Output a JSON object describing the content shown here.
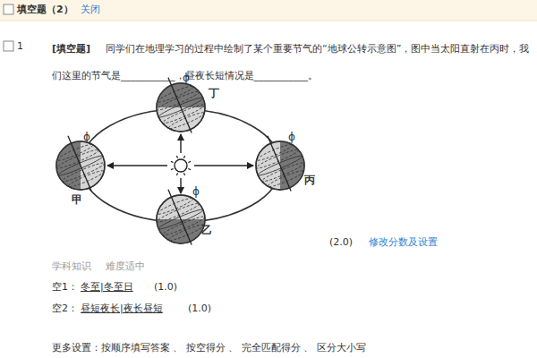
{
  "diagram": {
    "nodes": [
      {
        "text": [
          "填空题（2）",
          "关闭"
        ]
      },
      {
        "text": [
          "ϕ",
          "丁"
        ]
      },
      {
        "text": [
          "ϕ",
          "甲"
        ]
      },
      {
        "text": [
          "ϕ",
          "丙"
        ]
      },
      {
        "text": [
          "ϕ",
          "乙"
        ]
      }
    ],
    "labels": [
      "1",
      "[填空题]",
      "同学们在地理学习的过程中绘制了某个重要节气的“地球公转示意图”，图中当太阳直射在丙时，我们这里的节气是___________，昼夜长短情况是___________。",
      "(2.0)",
      "修改分数及设置",
      "学科知识",
      "难度适中",
      "空1：",
      "冬至|冬至日",
      "(1.0)",
      "空2：",
      "昼短夜长|夜长昼短",
      "(1.0)",
      "更多设置：按顺序填写答案 、 按空得分 、 完全匹配得分 、 区分大小写"
    ]
  }
}
